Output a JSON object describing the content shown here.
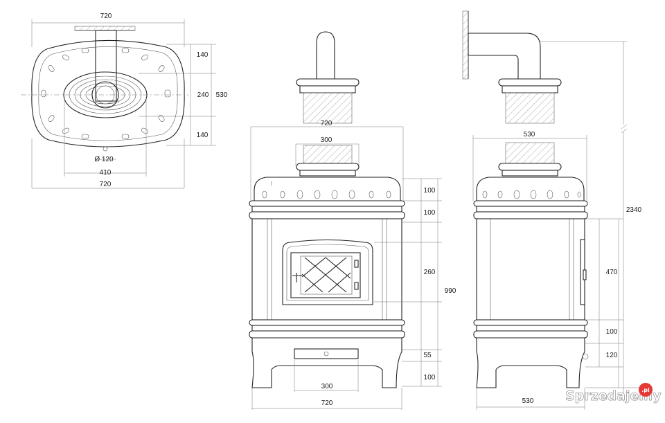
{
  "top_view": {
    "width_top": "720",
    "depth": "530",
    "seg1": "140",
    "seg2": "240",
    "seg3": "140",
    "flue_diameter": "Ø 120",
    "inner_width": "410",
    "width_bottom": "720"
  },
  "front_view": {
    "flue_width": "720",
    "upper_width": "300",
    "h_top1": "100",
    "h_top2": "100",
    "h_door": "260",
    "h_total": "990",
    "h_drawer": "55",
    "h_base": "100",
    "drawer_width": "300",
    "total_width": "720"
  },
  "side_view": {
    "depth_top": "530",
    "h_door": "470",
    "h_band": "100",
    "h_base": "120",
    "h_overall": "2340",
    "depth_bottom": "530"
  },
  "watermark": {
    "text": "Sprzedajemy",
    "badge": ".pl",
    "color": "#e53935"
  }
}
